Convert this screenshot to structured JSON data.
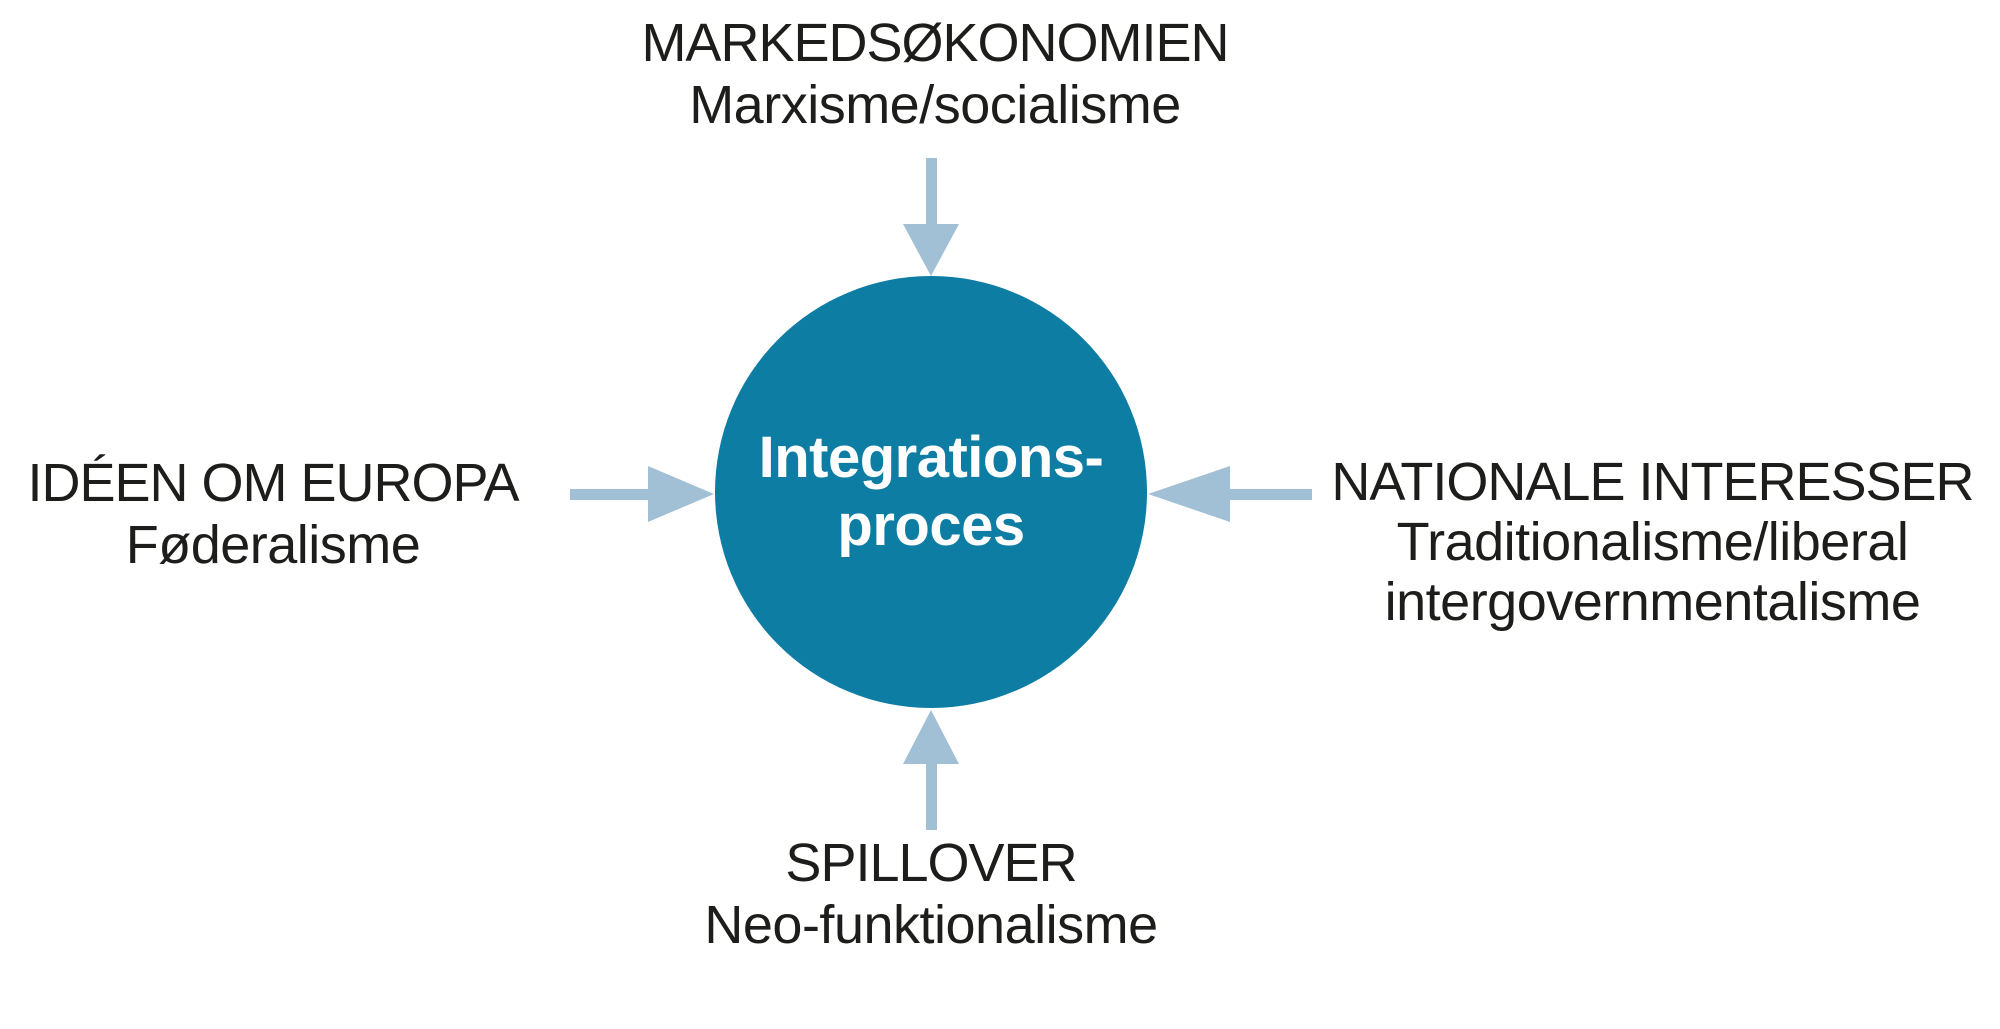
{
  "diagram": {
    "center": {
      "line1": "Integrations-",
      "line2": "proces"
    },
    "nodes": {
      "top": {
        "title": "MARKEDSØKONOMIEN",
        "subtitle": "Marxisme/socialisme"
      },
      "left": {
        "title": "IDÉEN OM EUROPA",
        "subtitle": "Føderalisme"
      },
      "right": {
        "title": "NATIONALE INTERESSER",
        "subtitle_line1": "Traditionalisme/liberal",
        "subtitle_line2": "intergovernmentalisme"
      },
      "bottom": {
        "title": "SPILLOVER",
        "subtitle": "Neo-funktionalisme"
      }
    },
    "colors": {
      "circle": "#0d7da3",
      "arrow": "#a2c0d5",
      "text": "#1d1d1b",
      "center_text": "#ffffff",
      "background": "#ffffff"
    }
  }
}
